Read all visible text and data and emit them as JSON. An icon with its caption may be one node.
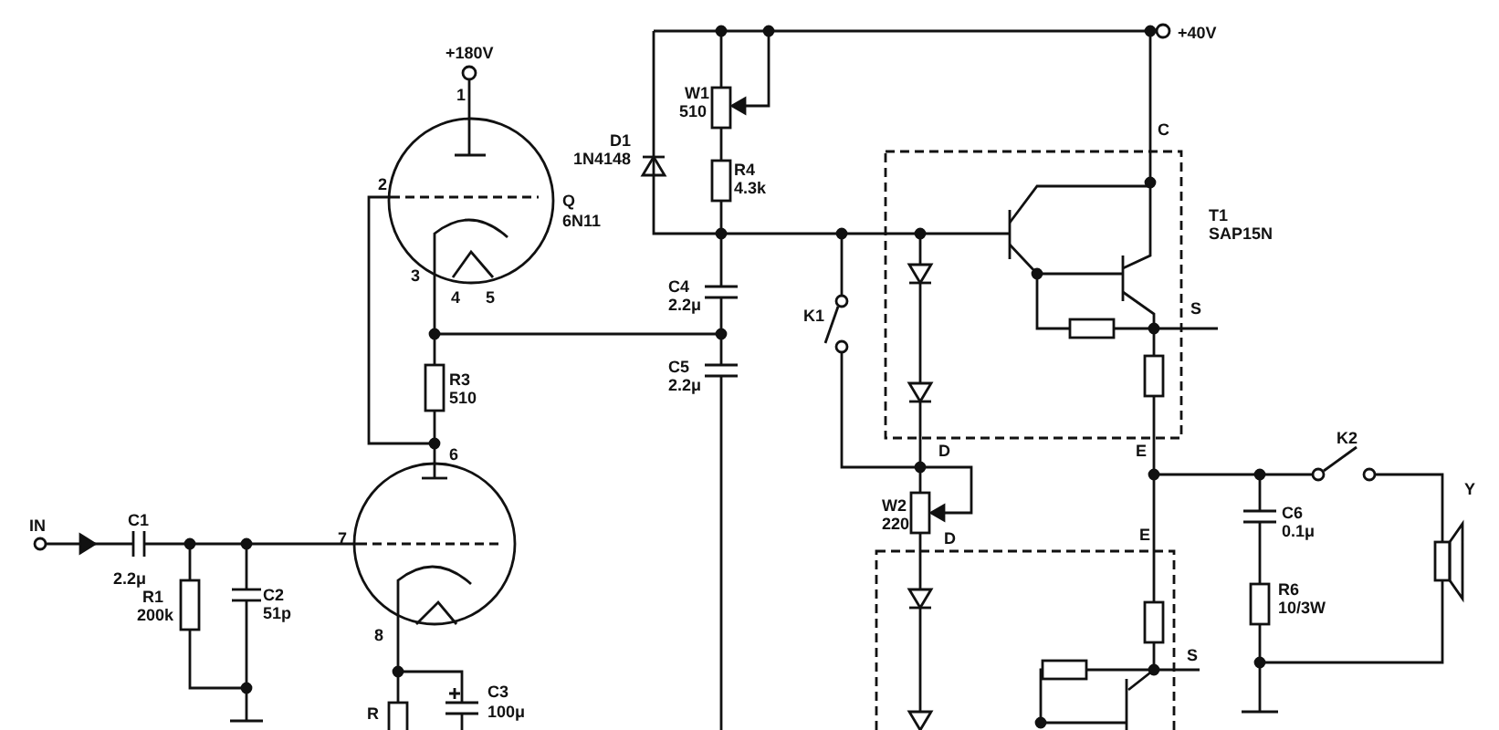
{
  "diagram": {
    "labels": [
      "+180V",
      "W1",
      "+40V",
      "1",
      "510",
      "D1",
      "1N4148",
      "R4",
      "4.3k",
      "C",
      "2",
      "Q",
      "6N11",
      "T1",
      "SAP15N",
      "3",
      "4",
      "5",
      "C4",
      "2.2μ",
      "K1",
      "S",
      "C5",
      "2.2μ",
      "R3",
      "510",
      "D",
      "E",
      "K2",
      "6",
      "W2",
      "Y",
      "220",
      "D",
      "E",
      "C6",
      "0.1μ",
      "IN",
      "C1",
      "7",
      "2.2μ",
      "R1",
      "200k",
      "C2",
      "51p",
      "R6",
      "10/3W",
      "8",
      "S",
      "R",
      "C3",
      "100μ"
    ]
  }
}
